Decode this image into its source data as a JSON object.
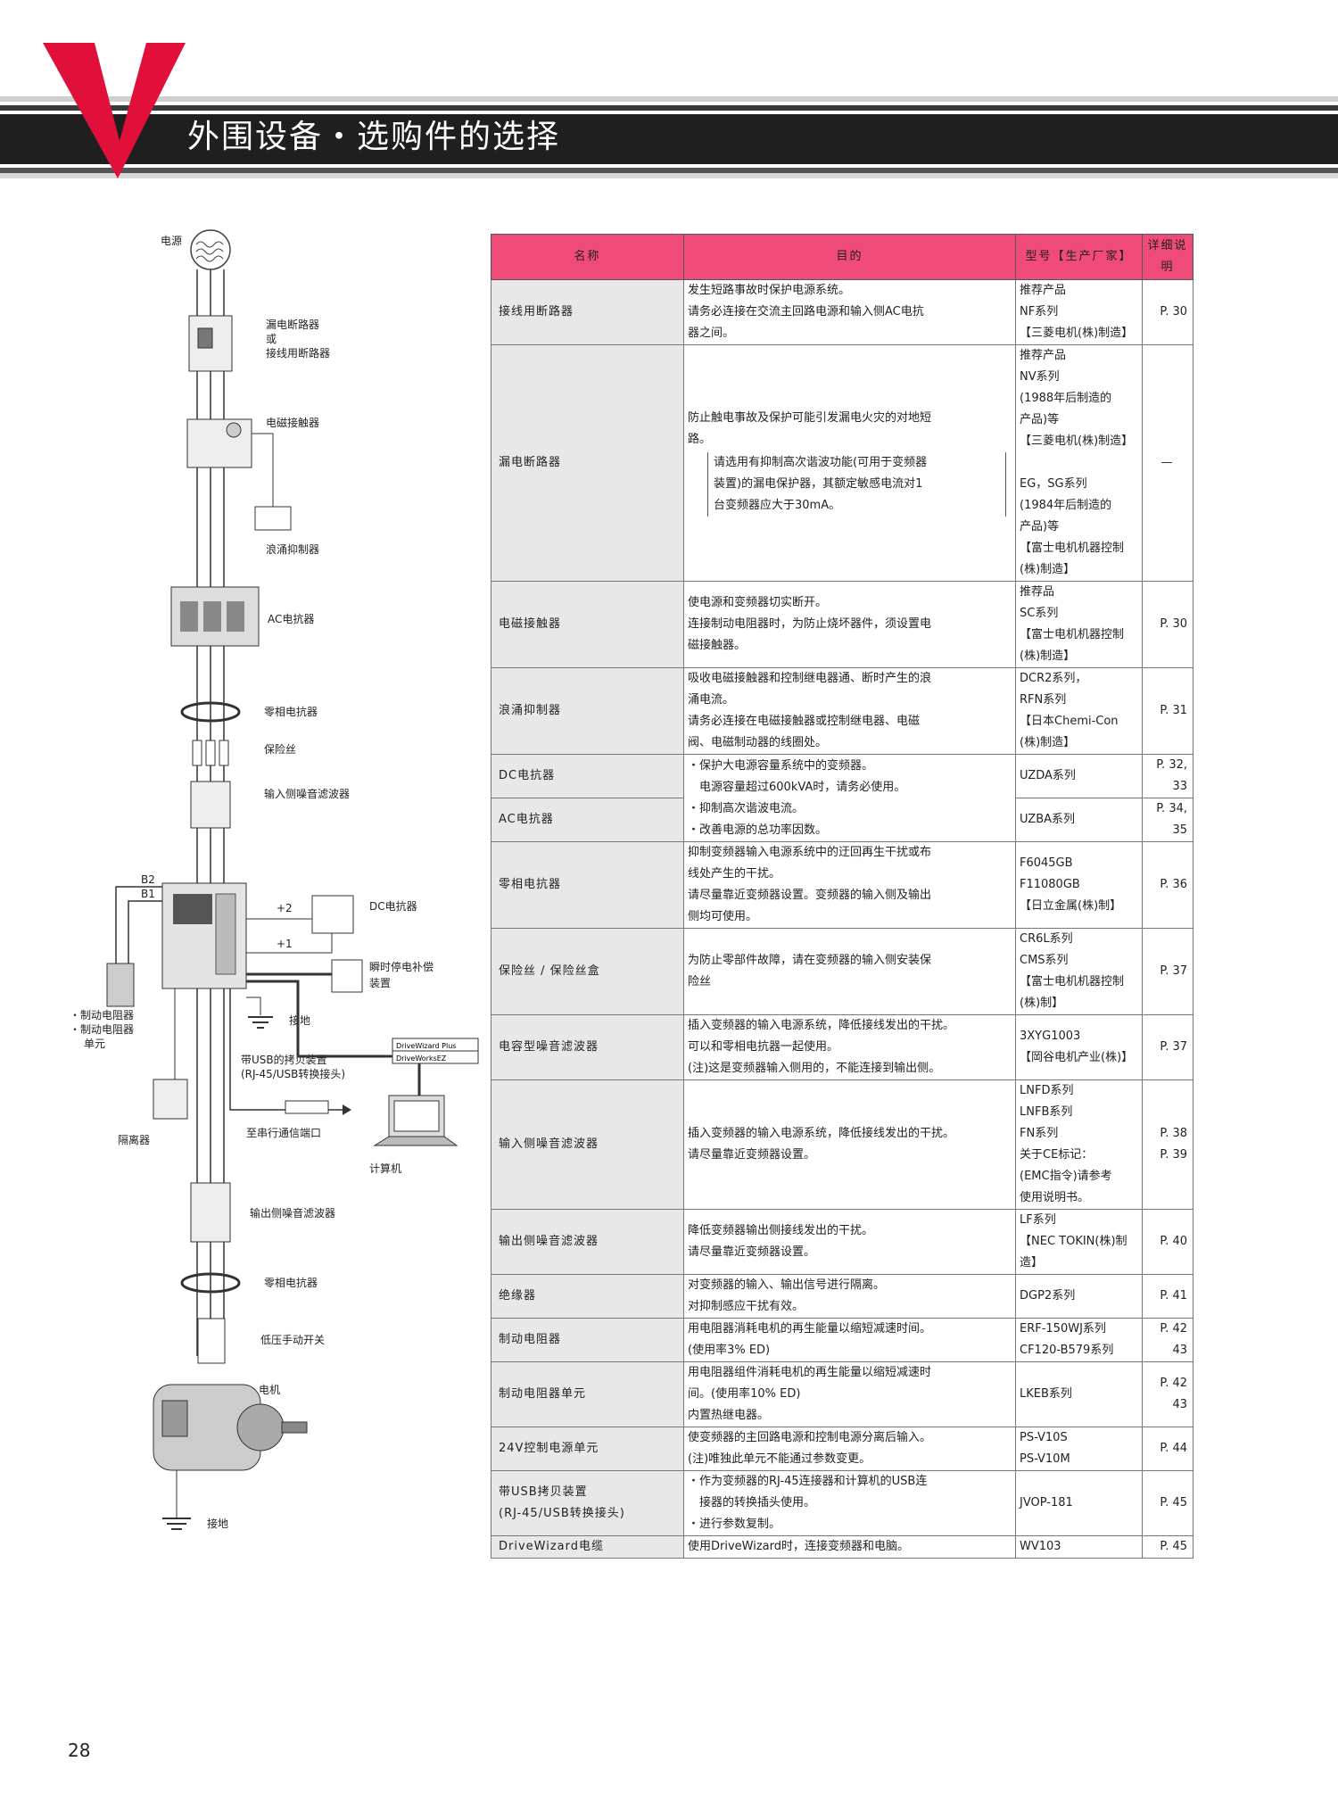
{
  "header": {
    "letter": "V",
    "title": "外围设备・选购件的选择"
  },
  "diagram": {
    "power": "电源",
    "mccb_1": "漏电断路器",
    "mccb_2": "或",
    "mccb_3": "接线用断路器",
    "contactor": "电磁接触器",
    "surge": "浪涌抑制器",
    "ac_reactor": "AC电抗器",
    "zero_reactor_in": "零相电抗器",
    "fuse": "保险丝",
    "input_filter": "输入侧噪音滤波器",
    "b2": "B2",
    "b1": "B1",
    "p2": "+2",
    "p1": "+1",
    "dc_reactor": "DC电抗器",
    "momentary_1": "瞬时停电补偿",
    "momentary_2": "装置",
    "brake_1": "・制动电阻器",
    "brake_2": "・制动电阻器",
    "brake_3": "单元",
    "ground": "接地",
    "usb_1": "带USB的拷贝装置",
    "usb_2": "(RJ-45/USB转换接头)",
    "dw1": "DriveWizard Plus",
    "dw2": "DriveWorksEZ",
    "isolator": "隔离器",
    "serial": "至串行通信端口",
    "pc": "计算机",
    "output_filter": "输出侧噪音滤波器",
    "zero_reactor_out": "零相电抗器",
    "low_switch": "低压手动开关",
    "motor": "电机",
    "ground2": "接地"
  },
  "table": {
    "headers": [
      "名称",
      "目的",
      "型号【生产厂家】",
      "详细说明"
    ],
    "rows": [
      {
        "name": "接线用断路器",
        "purpose": [
          "发生短路事故时保护电源系统。",
          "请务必连接在交流主回路电源和输入侧AC电抗",
          "器之间。"
        ],
        "model": [
          "推荐产品",
          "NF系列",
          "【三菱电机(株)制造】"
        ],
        "page": "P. 30"
      },
      {
        "name": "漏电断路器",
        "purpose": [
          "防止触电事故及保护可能引发漏电火灾的对地短",
          "路。"
        ],
        "note": [
          "请选用有抑制高次谐波功能(可用于变频器",
          "装置)的漏电保护器，其额定敏感电流对1",
          "台变频器应大于30mA。"
        ],
        "model": [
          "推荐产品",
          "NV系列",
          "(1988年后制造的",
          "产品)等",
          "【三菱电机(株)制造】",
          "",
          "EG，SG系列",
          "(1984年后制造的",
          "产品)等",
          "【富士电机机器控制",
          "(株)制造】"
        ],
        "page": "—"
      },
      {
        "name": "电磁接触器",
        "purpose": [
          "使电源和变频器切实断开。",
          "连接制动电阻器时，为防止烧坏器件，须设置电",
          "磁接触器。"
        ],
        "model": [
          "推荐品",
          "SC系列",
          "【富士电机机器控制",
          "(株)制造】"
        ],
        "page": "P. 30"
      },
      {
        "name": "浪涌抑制器",
        "purpose": [
          "吸收电磁接触器和控制继电器通、断时产生的浪",
          "涌电流。",
          "请务必连接在电磁接触器或控制继电器、电磁",
          "阀、电磁制动器的线圈处。"
        ],
        "model": [
          "DCR2系列，",
          "RFN系列",
          "【日本Chemi-Con",
          "(株)制造】"
        ],
        "page": "P. 31"
      },
      {
        "name": "DC电抗器",
        "purpose": [
          "・保护大电源容量系统中的变频器。",
          "　电源容量超过600kVA时，请务必使用。",
          "・抑制高次谐波电流。",
          "・改善电源的总功率因数。"
        ],
        "model": [
          "UZDA系列"
        ],
        "page": [
          "P. 32,",
          "33"
        ]
      },
      {
        "name": "AC电抗器",
        "model": [
          "UZBA系列"
        ],
        "page": [
          "P. 34,",
          "35"
        ]
      },
      {
        "name": "零相电抗器",
        "purpose": [
          "抑制变频器输入电源系统中的迂回再生干扰或布",
          "线处产生的干扰。",
          "请尽量靠近变频器设置。变频器的输入侧及输出",
          "侧均可使用。"
        ],
        "model": [
          "F6045GB",
          "F11080GB",
          "【日立金属(株)制】"
        ],
        "page": "P. 36"
      },
      {
        "name": "保险丝 / 保险丝盒",
        "purpose": [
          "为防止零部件故障，请在变频器的输入侧安装保",
          "险丝"
        ],
        "model": [
          "CR6L系列",
          "CMS系列",
          "【富士电机机器控制",
          "(株)制】"
        ],
        "page": "P. 37"
      },
      {
        "name": "电容型噪音滤波器",
        "purpose": [
          "插入变频器的输入电源系统，降低接线发出的干扰。",
          "可以和零相电抗器一起使用。",
          "(注)这是变频器输入侧用的，不能连接到输出侧。"
        ],
        "model": [
          "3XYG1003",
          "【岡谷电机产业(株)】"
        ],
        "page": "P. 37"
      },
      {
        "name": "输入侧噪音滤波器",
        "purpose": [
          "插入变频器的输入电源系统，降低接线发出的干扰。",
          "请尽量靠近变频器设置。"
        ],
        "model": [
          "LNFD系列",
          "LNFB系列",
          "FN系列",
          "关于CE标记：",
          "(EMC指令)请参考",
          "使用说明书。"
        ],
        "page": [
          "P. 38",
          "P. 39"
        ]
      },
      {
        "name": "输出侧噪音滤波器",
        "purpose": [
          "降低变频器输出侧接线发出的干扰。",
          "请尽量靠近变频器设置。"
        ],
        "model": [
          "LF系列",
          "【NEC TOKIN(株)制造】"
        ],
        "page": "P. 40"
      },
      {
        "name": "绝缘器",
        "purpose": [
          "对变频器的输入、输出信号进行隔离。",
          "对抑制感应干扰有效。"
        ],
        "model": [
          "DGP2系列"
        ],
        "page": "P. 41"
      },
      {
        "name": "制动电阻器",
        "purpose": [
          "用电阻器消耗电机的再生能量以缩短减速时间。",
          "(使用率3% ED)"
        ],
        "model": [
          "ERF-150WJ系列",
          "CF120-B579系列"
        ],
        "page": [
          "P. 42",
          "43"
        ]
      },
      {
        "name": "制动电阻器单元",
        "purpose": [
          "用电阻器组件消耗电机的再生能量以缩短减速时",
          "间。(使用率10% ED)",
          "内置热继电器。"
        ],
        "model": [
          "LKEB系列"
        ],
        "page": [
          "P. 42",
          "43"
        ]
      },
      {
        "name": "24V控制电源单元",
        "purpose": [
          "使变频器的主回路电源和控制电源分离后输入。",
          "(注)唯独此单元不能通过参数变更。"
        ],
        "model": [
          "PS-V10S",
          "PS-V10M"
        ],
        "page": "P. 44"
      },
      {
        "name": [
          "带USB拷贝装置",
          "(RJ-45/USB转换接头)"
        ],
        "purpose": [
          "・作为变频器的RJ-45连接器和计算机的USB连",
          "　接器的转换插头使用。",
          "・进行参数复制。"
        ],
        "model": [
          "JVOP-181"
        ],
        "page": "P. 45"
      },
      {
        "name": "DriveWizard电缆",
        "purpose": [
          "使用DriveWizard时，连接变频器和电脑。"
        ],
        "model": [
          "WV103"
        ],
        "page": "P. 45"
      }
    ]
  },
  "page_number": "28",
  "colors": {
    "accent_red": "#e0103a",
    "table_header": "#ef4a78",
    "name_cell": "#e8e8e8"
  }
}
